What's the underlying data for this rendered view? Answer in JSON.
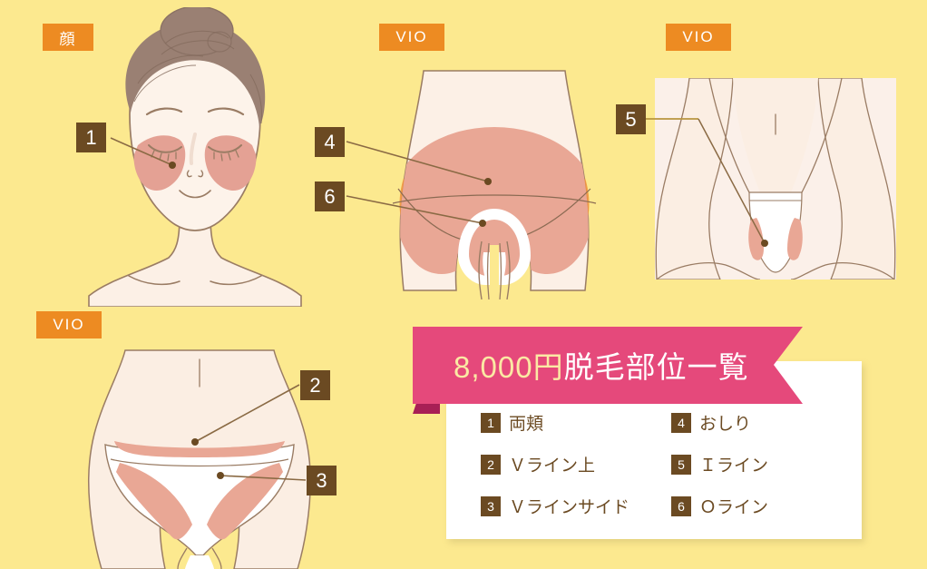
{
  "background_color": "#fce98f",
  "accent_orange": "#ed8b22",
  "accent_pink": "#e5497b",
  "accent_brown": "#6b4a22",
  "skin_color": "#fbeee3",
  "highlight_pink": "#e9a898",
  "tags": [
    {
      "id": "tag-face",
      "label": "顔"
    },
    {
      "id": "tag-vio-hip",
      "label": "VIO"
    },
    {
      "id": "tag-vio-iline",
      "label": "VIO"
    },
    {
      "id": "tag-vio-vline",
      "label": "VIO"
    }
  ],
  "callouts": [
    {
      "id": "callout-1",
      "number": "1"
    },
    {
      "id": "callout-2",
      "number": "2"
    },
    {
      "id": "callout-3",
      "number": "3"
    },
    {
      "id": "callout-4",
      "number": "4"
    },
    {
      "id": "callout-5",
      "number": "5"
    },
    {
      "id": "callout-6",
      "number": "6"
    }
  ],
  "banner": {
    "amount": "8,000円",
    "rest": "脱毛部位一覧",
    "full_title": "8,000円脱毛部位一覧"
  },
  "legend": {
    "items": [
      {
        "number": "1",
        "label": "両頬"
      },
      {
        "number": "4",
        "label": "おしり"
      },
      {
        "number": "2",
        "label": "Ｖライン上"
      },
      {
        "number": "5",
        "label": "Ｉライン"
      },
      {
        "number": "3",
        "label": "Ｖラインサイド"
      },
      {
        "number": "6",
        "label": "Ｏライン"
      }
    ]
  }
}
